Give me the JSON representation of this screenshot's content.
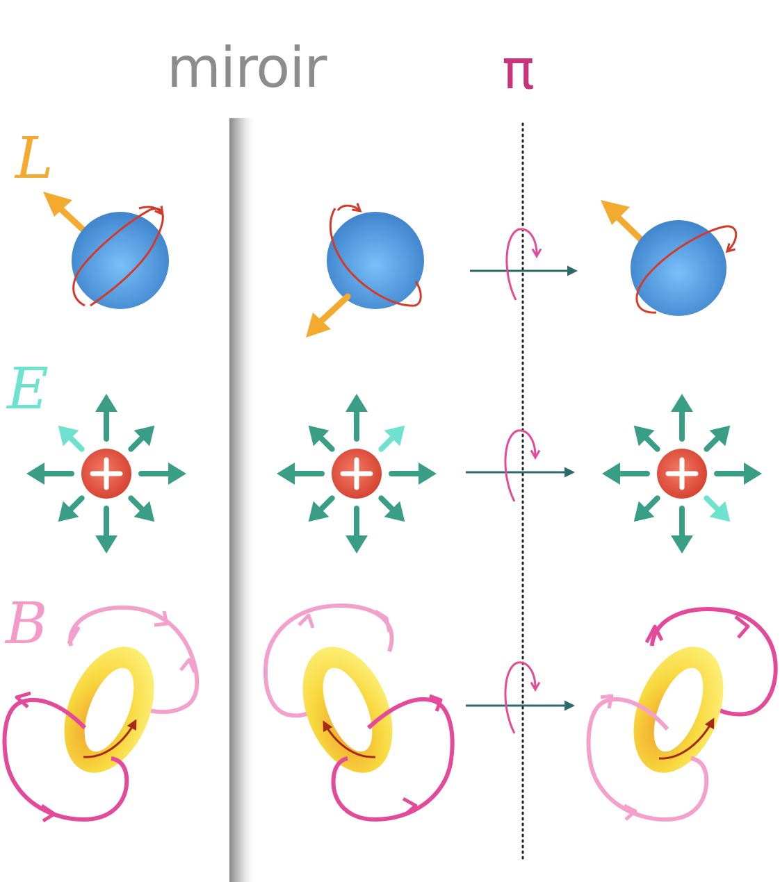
{
  "header": {
    "mirror_label": "miroir",
    "rotation_label": "π"
  },
  "rows": [
    {
      "key": "L",
      "label": "L",
      "color": "#f2ab2f"
    },
    {
      "key": "E",
      "label": "E",
      "color": "#6fe2cf"
    },
    {
      "key": "B",
      "label": "B",
      "color": "#f39ac8"
    }
  ],
  "colors": {
    "mirror_text": "#8c8c8c",
    "pi_text": "#c8347a",
    "sphere": "#4a90d9",
    "orbit": "#d23a2a",
    "angular_momentum_arrow": "#f2ab2f",
    "field_arrow": "#3a9e86",
    "field_arrow_highlight": "#6fe2cf",
    "charge": "#e2574c",
    "loop": "#f6d63a",
    "current_arrow": "#a52a17",
    "field_line_strong": "#e44a9a",
    "field_line_light": "#f3a0cc",
    "transform_arrow": "#2e6a6a",
    "rotation_arc": "#e44a9a"
  }
}
